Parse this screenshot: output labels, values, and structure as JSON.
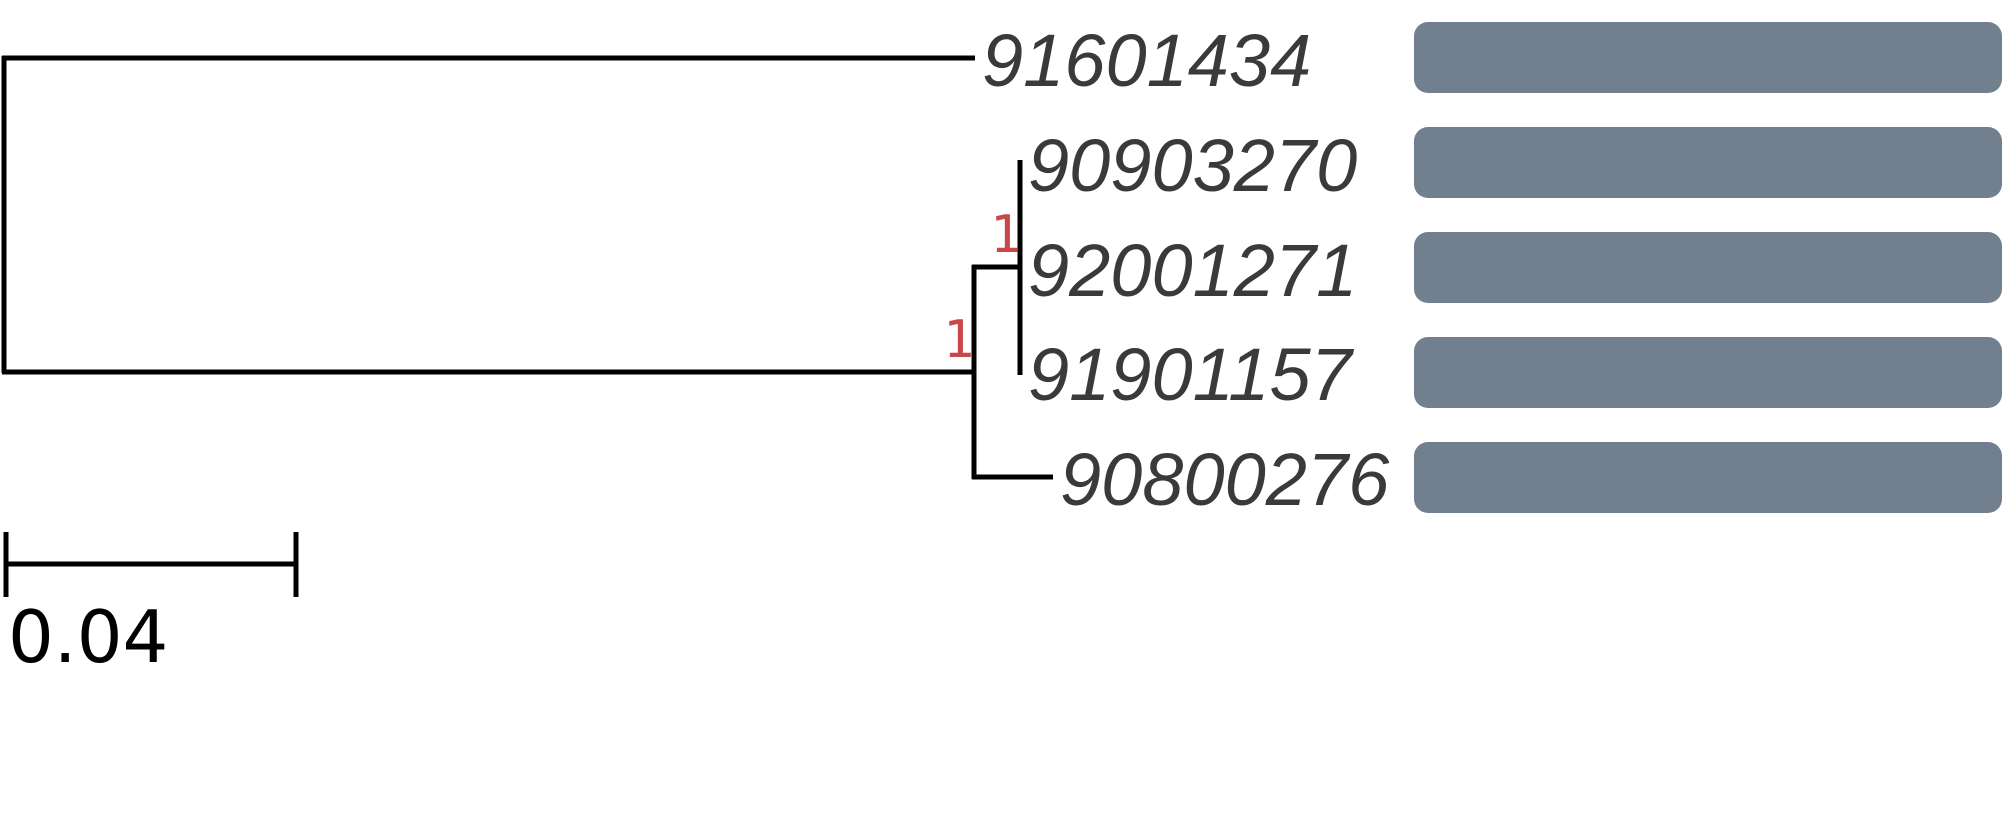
{
  "tree": {
    "leaves": [
      {
        "id": "91601434",
        "label": "91601434"
      },
      {
        "id": "90903270",
        "label": "90903270"
      },
      {
        "id": "92001271",
        "label": "92001271"
      },
      {
        "id": "91901157",
        "label": "91901157"
      },
      {
        "id": "90800276",
        "label": "90800276"
      }
    ],
    "support_values": [
      {
        "clade": "90903270+92001271+91901157",
        "value": "1"
      },
      {
        "clade": "90903270+92001271+91901157+90800276",
        "value": "1"
      }
    ],
    "colors": {
      "branch": "#000000",
      "leaf_text": "#3a3a3a",
      "support_text": "#c8474b",
      "bar": "#717f8f"
    }
  },
  "scale_bar": {
    "label": "0.04"
  }
}
